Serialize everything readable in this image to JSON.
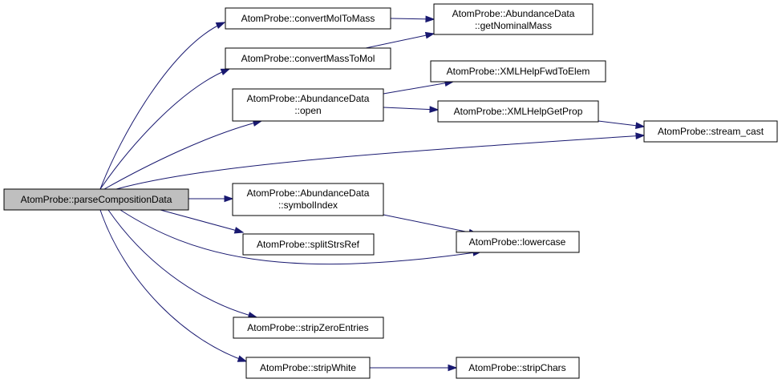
{
  "colors": {
    "edge": "#191970",
    "node_fill": "#ffffff",
    "node_border": "#000000",
    "root_fill": "#bfbfbf"
  },
  "nodes": {
    "parseCompositionData": {
      "lines": [
        "AtomProbe::parseCompositionData"
      ]
    },
    "convertMolToMass": {
      "lines": [
        "AtomProbe::convertMolToMass"
      ]
    },
    "convertMassToMol": {
      "lines": [
        "AtomProbe::convertMassToMol"
      ]
    },
    "getNominalMass": {
      "lines": [
        "AtomProbe::AbundanceData",
        "::getNominalMass"
      ]
    },
    "open": {
      "lines": [
        "AtomProbe::AbundanceData",
        "::open"
      ]
    },
    "xmlHelpFwdToElem": {
      "lines": [
        "AtomProbe::XMLHelpFwdToElem"
      ]
    },
    "xmlHelpGetProp": {
      "lines": [
        "AtomProbe::XMLHelpGetProp"
      ]
    },
    "streamCast": {
      "lines": [
        "AtomProbe::stream_cast"
      ]
    },
    "symbolIndex": {
      "lines": [
        "AtomProbe::AbundanceData",
        "::symbolIndex"
      ]
    },
    "splitStrsRef": {
      "lines": [
        "AtomProbe::splitStrsRef"
      ]
    },
    "lowercase": {
      "lines": [
        "AtomProbe::lowercase"
      ]
    },
    "stripZeroEntries": {
      "lines": [
        "AtomProbe::stripZeroEntries"
      ]
    },
    "stripWhite": {
      "lines": [
        "AtomProbe::stripWhite"
      ]
    },
    "stripChars": {
      "lines": [
        "AtomProbe::stripChars"
      ]
    }
  },
  "edges": [
    {
      "from": "parseCompositionData",
      "to": "convertMolToMass"
    },
    {
      "from": "parseCompositionData",
      "to": "convertMassToMol"
    },
    {
      "from": "parseCompositionData",
      "to": "open"
    },
    {
      "from": "parseCompositionData",
      "to": "streamCast"
    },
    {
      "from": "parseCompositionData",
      "to": "symbolIndex"
    },
    {
      "from": "parseCompositionData",
      "to": "splitStrsRef"
    },
    {
      "from": "parseCompositionData",
      "to": "lowercase"
    },
    {
      "from": "parseCompositionData",
      "to": "stripZeroEntries"
    },
    {
      "from": "parseCompositionData",
      "to": "stripWhite"
    },
    {
      "from": "convertMolToMass",
      "to": "getNominalMass"
    },
    {
      "from": "convertMassToMol",
      "to": "getNominalMass"
    },
    {
      "from": "open",
      "to": "xmlHelpFwdToElem"
    },
    {
      "from": "open",
      "to": "xmlHelpGetProp"
    },
    {
      "from": "xmlHelpGetProp",
      "to": "streamCast"
    },
    {
      "from": "symbolIndex",
      "to": "lowercase"
    },
    {
      "from": "stripWhite",
      "to": "stripChars"
    }
  ]
}
